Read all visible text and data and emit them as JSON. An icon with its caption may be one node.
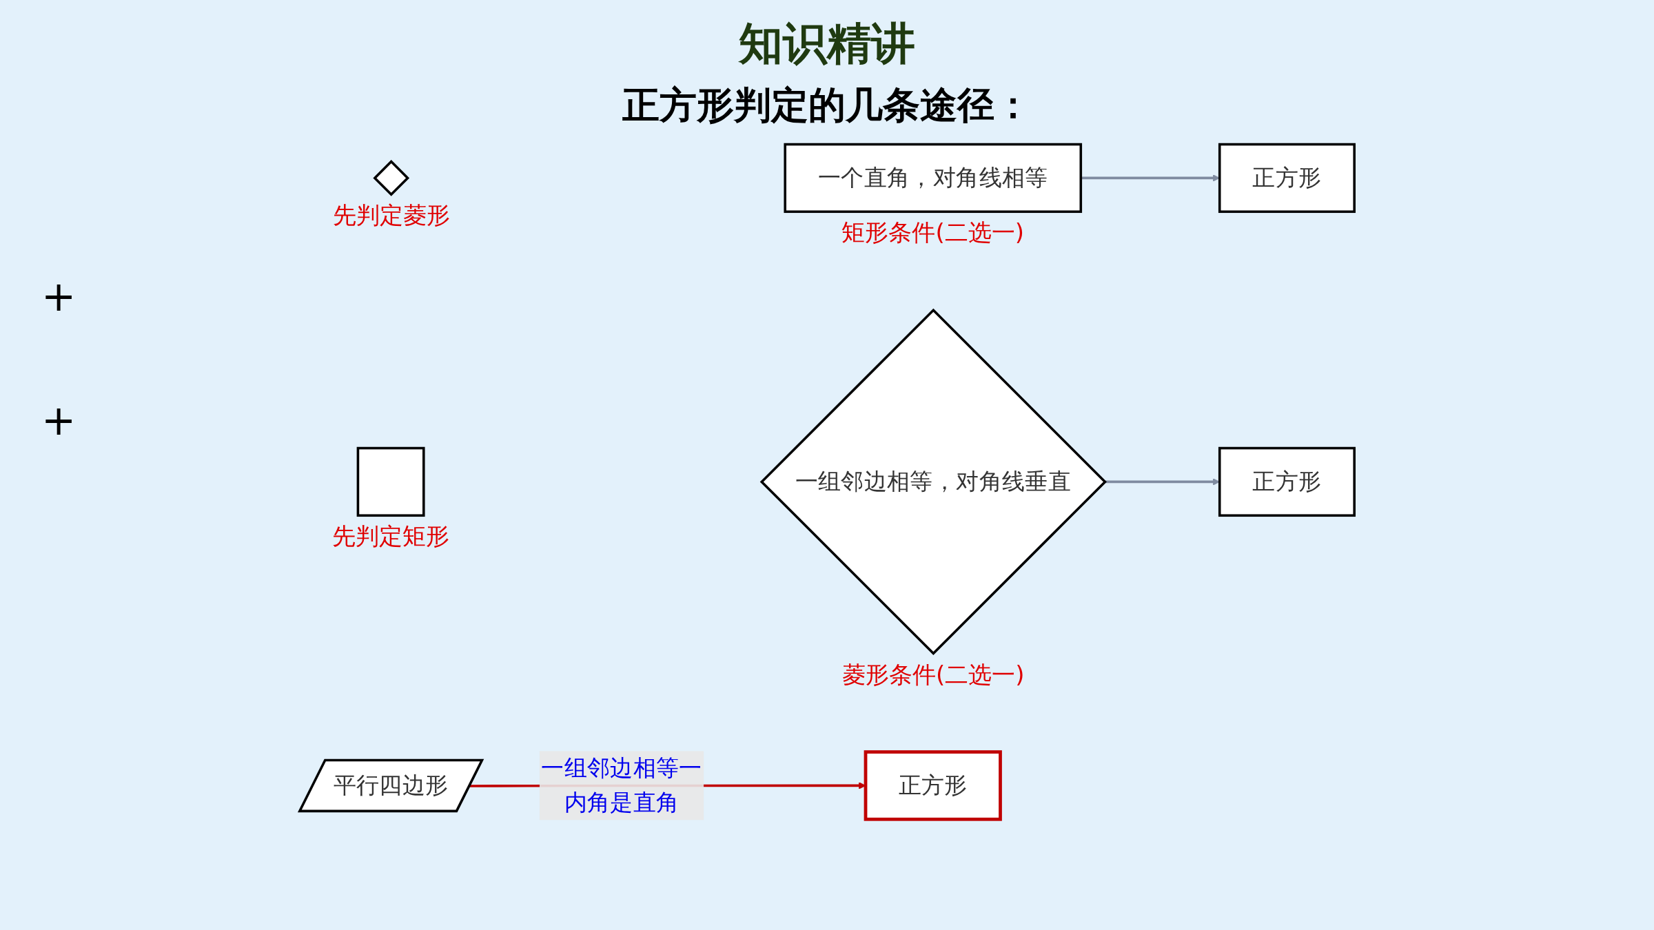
{
  "diagram": {
    "title": "知识精讲",
    "nodes": [
      {
        "text": [],
        "shape": "diamond",
        "beside": [
          "先判定菱形"
        ]
      },
      {
        "text": [
          "一个直角，对角线相等"
        ],
        "beside": [
          "矩形条件(二选一)"
        ]
      },
      {
        "text": [
          "正方形"
        ]
      },
      {
        "text": [],
        "shape": "box",
        "beside": [
          "先判定矩形"
        ]
      },
      {
        "text": [
          "一组邻边相等，对角线垂直"
        ],
        "beside": [
          "菱形条件(二选一)"
        ]
      },
      {
        "text": [
          "正方形"
        ]
      },
      {
        "text": [
          "平行四边形"
        ]
      },
      {
        "text": [
          "正方形"
        ]
      }
    ],
    "edges": [
      {
        "from": 1,
        "to": 2,
        "arrow": "to"
      },
      {
        "from": 4,
        "to": 5,
        "arrow": "to"
      },
      {
        "from": 6,
        "to": 7,
        "arrow": "to",
        "label": "一组邻边相等一内角是直角",
        "color": "#c00000"
      }
    ],
    "labels": [
      "正方形判定的几条途径：",
      "+",
      "+"
    ]
  }
}
